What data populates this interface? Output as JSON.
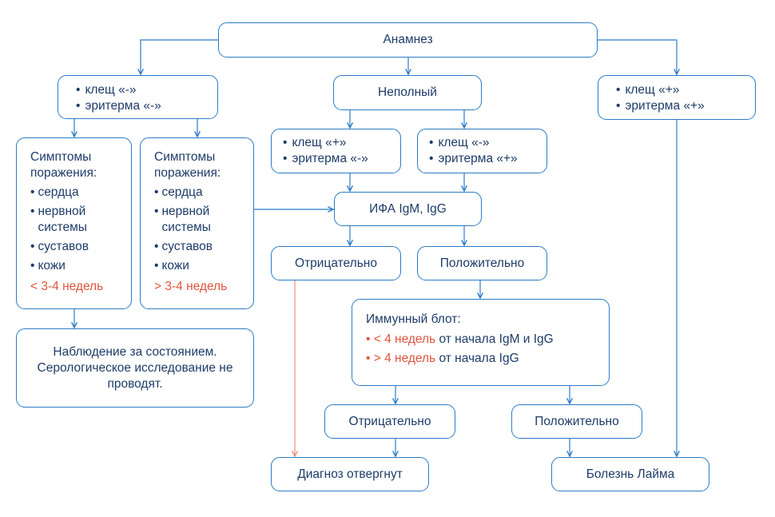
{
  "nodes": {
    "anamnesis": "Анамнез",
    "tick_neg_erythema_neg": [
      "клещ «-»",
      "эритерма «-»"
    ],
    "incomplete": "Неполный",
    "tick_pos_erythema_pos": [
      "клещ «+»",
      "эритерма «+»"
    ],
    "tick_pos_erythema_neg": [
      "клещ «+»",
      "эритерма «-»"
    ],
    "tick_neg_erythema_pos": [
      "клещ «-»",
      "эритерма «+»"
    ],
    "symptoms_left": {
      "title": "Симптомы поражения:",
      "items": [
        "сердца",
        "нервной системы",
        "суставов",
        "кожи"
      ],
      "duration": "< 3-4 недель"
    },
    "symptoms_right": {
      "title": "Симптомы поражения:",
      "items": [
        "сердца",
        "нервной системы",
        "суставов",
        "кожи"
      ],
      "duration": "> 3-4 недель"
    },
    "elisa": "ИФА IgM, IgG",
    "negative_1": "Отрицательно",
    "positive_1": "Положительно",
    "observation": "Наблюдение за состоянием. Серологическое исследование не проводят.",
    "immunoblot": {
      "title": "Иммунный блот:",
      "line1_red": "< 4 недель",
      "line1_rest": "от начала IgM и IgG",
      "line2_red": "> 4 недель",
      "line2_rest": "от начала IgG"
    },
    "negative_2": "Отрицательно",
    "positive_2": "Положительно",
    "diagnosis_rejected": "Диагноз отвергнут",
    "lyme_disease": "Болезнь Лайма"
  },
  "colors": {
    "accent": "#2b7cc7",
    "text": "#1e3c68",
    "highlight": "#e0533d",
    "red_line": "#ee8a7a"
  }
}
